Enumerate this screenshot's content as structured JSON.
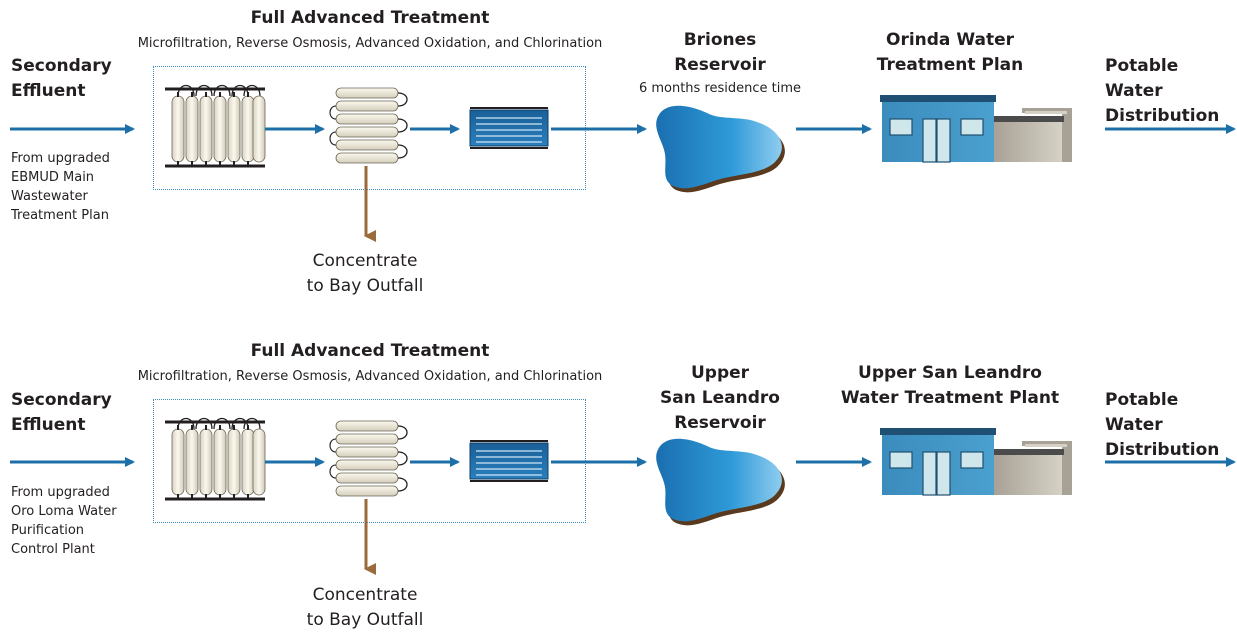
{
  "rows": [
    {
      "source_title": "Secondary\nEffluent",
      "source_note": "From upgraded\nEBMUD Main\nWastewater\nTreatment Plan",
      "treatment_title": "Full Advanced Treatment",
      "treatment_subtitle": "Microfiltration, Reverse Osmosis, Advanced Oxidation, and Chlorination",
      "concentrate_label": "Concentrate\nto Bay Outfall",
      "reservoir_title": "Briones\nReservoir",
      "reservoir_note": "6 months residence time",
      "plant_title": "Orinda Water\nTreatment Plan",
      "distribution_title": "Potable Water\nDistribution"
    },
    {
      "source_title": "Secondary\nEffluent",
      "source_note": "From upgraded\nOro Loma Water\nPurification\nControl Plant",
      "treatment_title": "Full Advanced Treatment",
      "treatment_subtitle": "Microfiltration, Reverse Osmosis, Advanced Oxidation, and Chlorination",
      "concentrate_label": "Concentrate\nto Bay Outfall",
      "reservoir_title": "Upper\nSan Leandro\nReservoir",
      "reservoir_note": "",
      "plant_title": "Upper San Leandro\nWater Treatment Plant",
      "distribution_title": "Potable Water\nDistribution"
    }
  ],
  "colors": {
    "flow_arrow": "#1d6fa8",
    "concentrate_arrow": "#9b6a3a",
    "dashed_box": "#3b8fbf",
    "reservoir_fill": "#2a8fd0",
    "reservoir_shore": "#5a3a1e",
    "building_main": "#3d8fc0",
    "building_side": "#b7b2a6",
    "uv_tank": "#1d5f95"
  },
  "icons": {
    "microfiltration": "membrane-module-icon",
    "reverse_osmosis": "ro-vessel-stack-icon",
    "advanced_oxidation": "uv-reactor-icon",
    "reservoir": "reservoir-icon",
    "treatment_plant": "treatment-plant-building-icon"
  }
}
